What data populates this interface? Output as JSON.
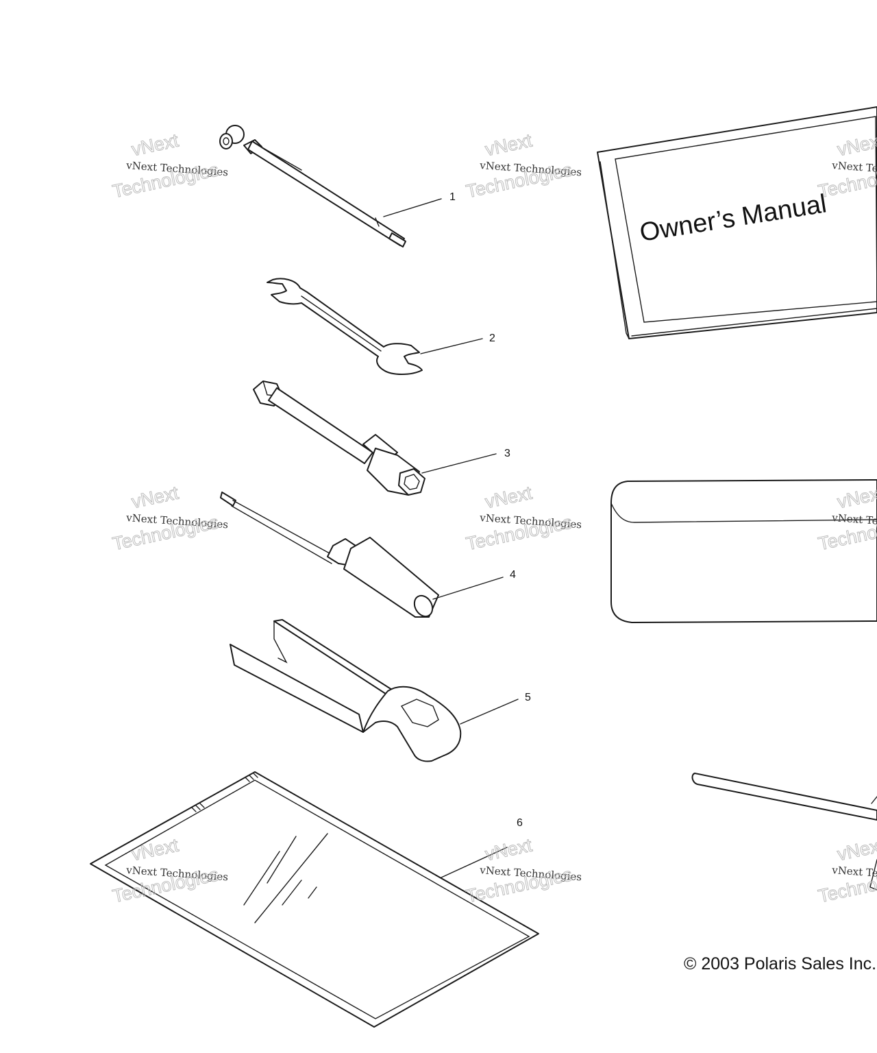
{
  "callouts": [
    "1",
    "2",
    "3",
    "4",
    "5",
    "6"
  ],
  "manual_cover_text": "Owner’s Manual",
  "copyright": "© 2003 Polaris Sales Inc.",
  "watermark": {
    "line1": "vNext Technologies",
    "line2a": "vNext",
    "line2b": "Technologies"
  }
}
